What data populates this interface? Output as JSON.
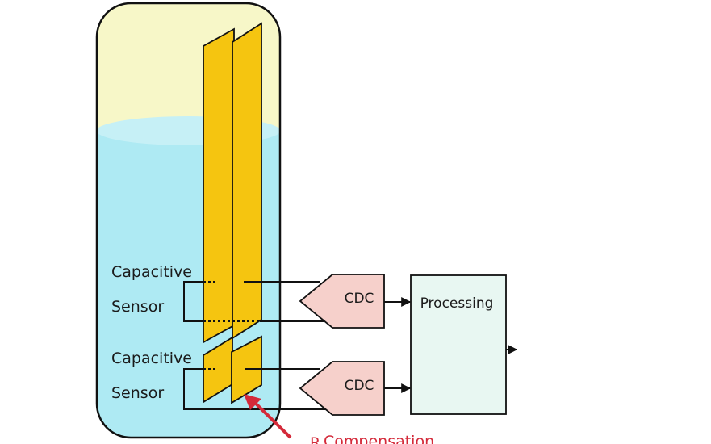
{
  "sensor_labels": [
    {
      "line1": "Capacitive",
      "line2": "Sensor"
    },
    {
      "line1": "Capacitive",
      "line2": "Sensor"
    }
  ],
  "cdc_labels": [
    "CDC",
    "CDC"
  ],
  "processing_label": "Processing",
  "compensation_label": "Compensation",
  "compensation_prefix": "R",
  "colors": {
    "tank_air": "#f7f7c8",
    "tank_liquid": "#aeeaf3",
    "electrode": "#f5c510",
    "cdc_fill": "#f6d0cb",
    "processing_fill": "#e8f7f2",
    "arrow": "#d42a3a"
  }
}
